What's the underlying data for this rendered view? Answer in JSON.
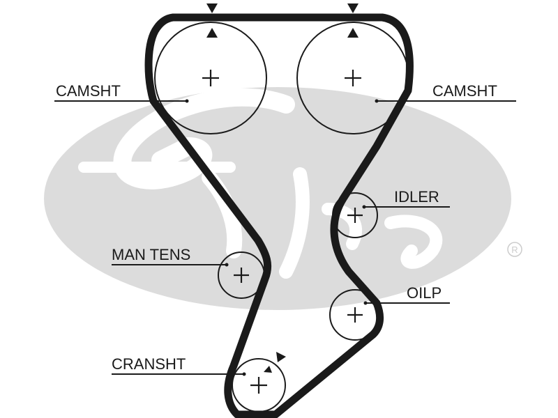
{
  "watermark": {
    "brand_text": "Gates",
    "registered_mark": "®",
    "fill_color": "#dcdcdc"
  },
  "belt_color": "#1a1a1a",
  "labels": {
    "camshaft_left": "CAMSHT",
    "camshaft_right": "CAMSHT",
    "idler": "IDLER",
    "manual_tensioner": "MAN TENS",
    "oil_pump": "OILP",
    "crankshaft": "CRANSHT"
  }
}
